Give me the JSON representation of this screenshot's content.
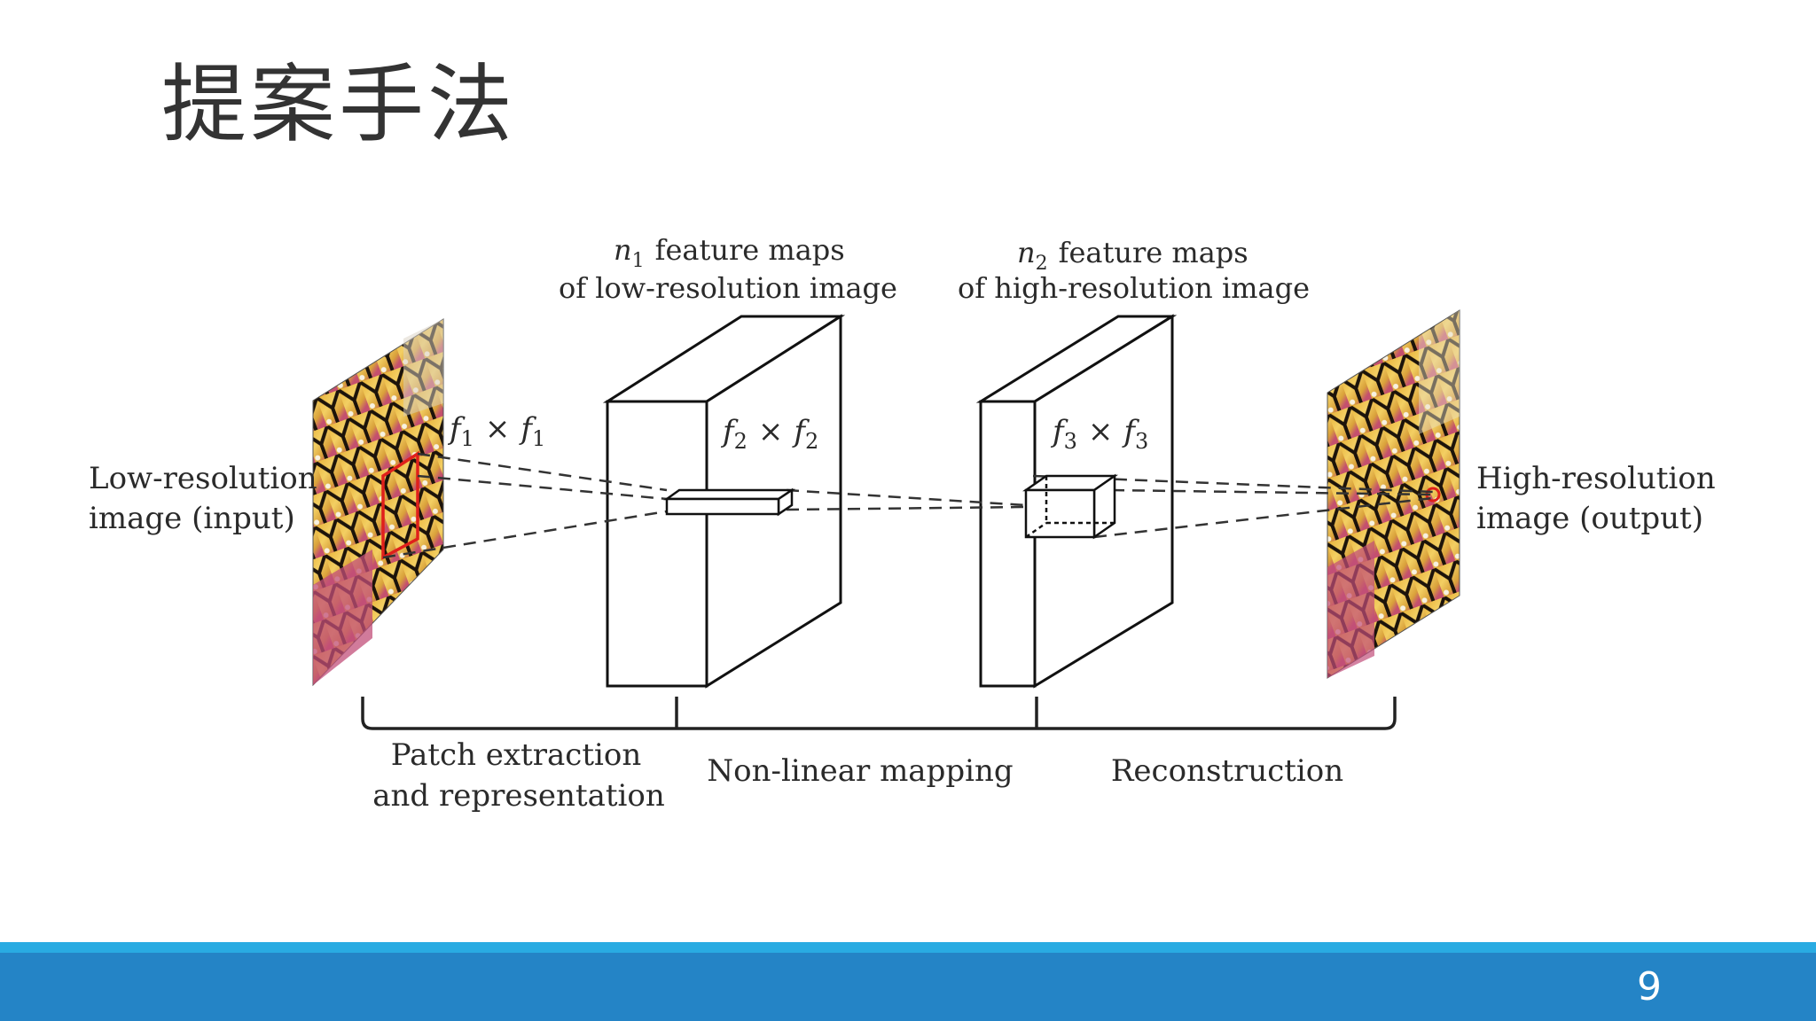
{
  "slide": {
    "title": "提案手法",
    "page_number": "9"
  },
  "diagram": {
    "input_label_line1": "Low-resolution",
    "input_label_line2": "image (input)",
    "output_label_line1": "High-resolution",
    "output_label_line2": "image (output)",
    "layer1_header_line1_sym": "n",
    "layer1_header_line1_sub": "1",
    "layer1_header_line1_text": "feature maps",
    "layer1_header_line2": "of low-resolution image",
    "layer2_header_line1_sym": "n",
    "layer2_header_line1_sub": "2",
    "layer2_header_line1_text": "feature maps",
    "layer2_header_line2": "of high-resolution image",
    "filter1": {
      "a": "f",
      "sub": "1",
      "times": "×"
    },
    "filter2": {
      "a": "f",
      "sub": "2",
      "times": "×"
    },
    "filter3": {
      "a": "f",
      "sub": "3",
      "times": "×"
    },
    "stage1_line1": "Patch extraction",
    "stage1_line2": "and representation",
    "stage2": "Non-linear mapping",
    "stage3": "Reconstruction"
  },
  "colors": {
    "footer_thin": "#29abe2",
    "footer_main": "#2484c6",
    "patch_highlight": "#e0201b"
  }
}
